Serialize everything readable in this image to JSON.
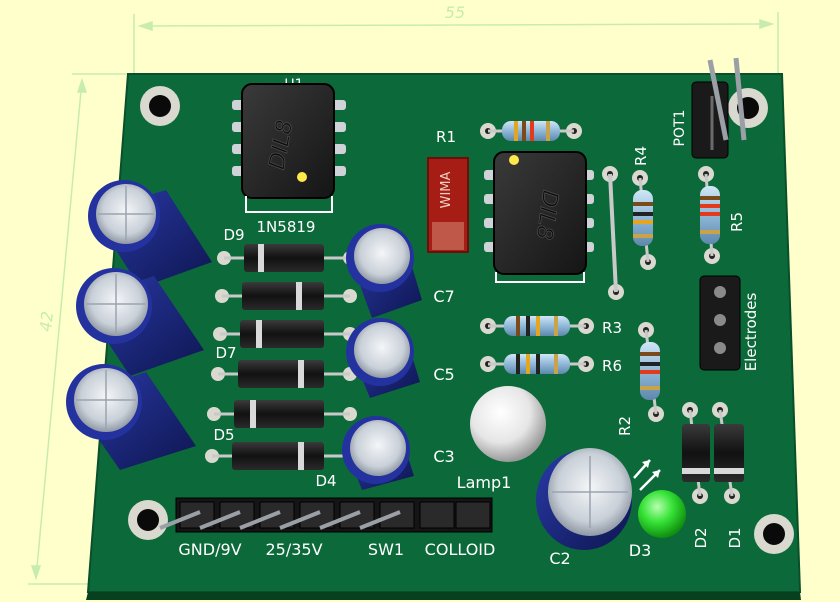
{
  "colors": {
    "background": "#ffffcc",
    "board": "#0c6a3a",
    "dimension_line": "#c8ecb0",
    "silkscreen": "#ffffff",
    "cap_body": "#1b2a8c",
    "chip_body": "#1c1c1c",
    "led_green": "#2bd42b"
  },
  "dimensions": {
    "width": "55",
    "height": "42"
  },
  "chips": {
    "u1_label": "U1",
    "u1_marking": "DIL8",
    "u2_marking": "DIL8"
  },
  "wima_label": "WIMA",
  "labels": {
    "r1": "R1",
    "r2": "R2",
    "r3": "R3",
    "r4": "R4",
    "r5": "R5",
    "r6": "R6",
    "d1": "D1",
    "d2": "D2",
    "d3": "D3",
    "d4": "D4",
    "d5": "D5",
    "d7": "D7",
    "d9": "D9",
    "c2": "C2",
    "c3": "C3",
    "c5": "C5",
    "c7": "C7",
    "pot1": "POT1",
    "electrodes": "Electrodes",
    "lamp1": "Lamp1",
    "part_1n5819": "1N5819"
  },
  "connector_labels": {
    "gnd": "GND/9V",
    "v2535": "25/35V",
    "sw1": "SW1",
    "colloid": "COLLOID"
  }
}
